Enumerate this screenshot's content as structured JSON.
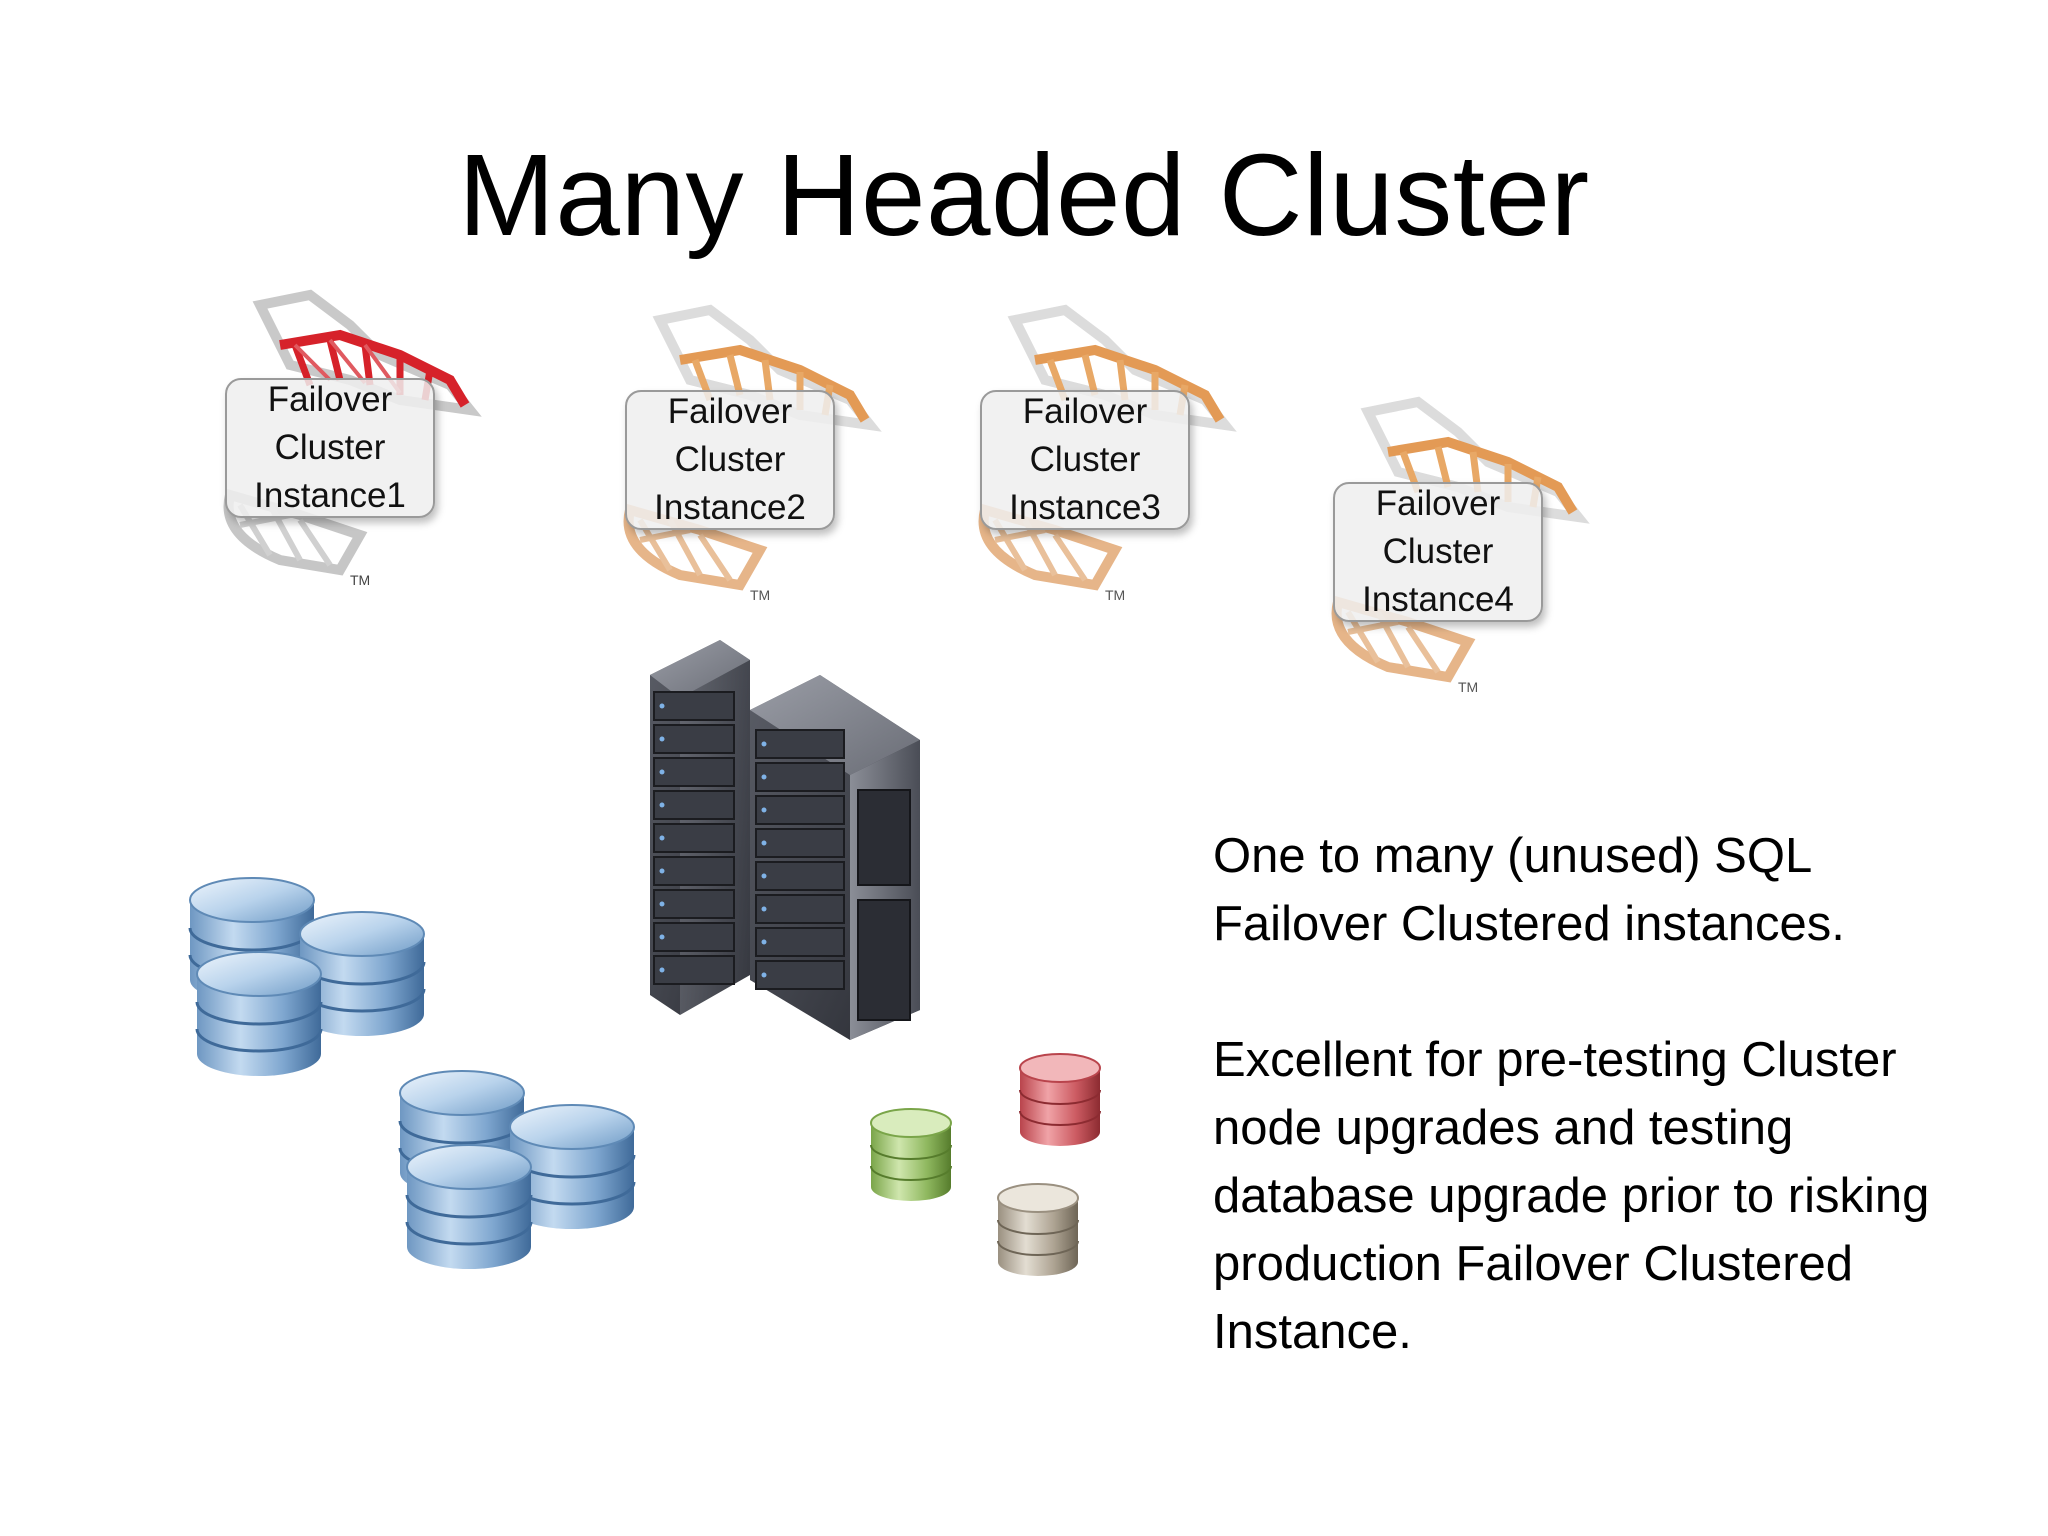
{
  "slide": {
    "title": "Many Headed Cluster",
    "instances": [
      {
        "label": "Failover\nCluster\nInstance1",
        "logo_color": "#d6222a",
        "logo_style": "active"
      },
      {
        "label": "Failover\nCluster\nInstance2",
        "logo_color": "#e39a55",
        "logo_style": "unused"
      },
      {
        "label": "Failover\nCluster\nInstance3",
        "logo_color": "#e39a55",
        "logo_style": "unused"
      },
      {
        "label": "Failover\nCluster\nInstance4",
        "logo_color": "#e39a55",
        "logo_style": "unused"
      }
    ],
    "trademark": "TM",
    "icons": [
      "sql-server-logo-icon",
      "server-rack-icon",
      "database-cylinder-icon"
    ],
    "database_colors": {
      "blue": "#7fa9d3",
      "red": "#d8686e",
      "green": "#9bc46a",
      "gray": "#b4ab9c"
    },
    "body_paragraphs": [
      "One to many (unused) SQL Failover Clustered instances.",
      "Excellent for pre-testing Cluster node upgrades and testing database upgrade prior to risking production Failover Clustered Instance."
    ]
  }
}
